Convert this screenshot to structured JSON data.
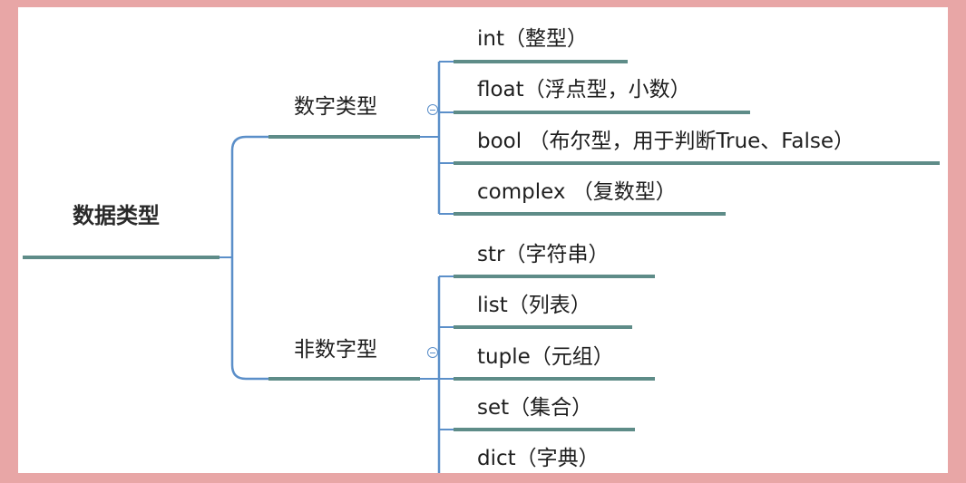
{
  "mindmap": {
    "root": {
      "label": "数据类型"
    },
    "branches": [
      {
        "label": "数字类型",
        "children": [
          "int（整型）",
          "float（浮点型，小数）",
          "bool （布尔型，用于判断True、False）",
          "complex （复数型）"
        ]
      },
      {
        "label": "非数字型",
        "children": [
          "str（字符串）",
          "list（列表）",
          "tuple（元组）",
          "set（集合）",
          "dict（字典）"
        ]
      }
    ]
  },
  "colors": {
    "page_border": "#e8a6a6",
    "background": "#ffffff",
    "connector": "#5b8fc9",
    "underline": "#5e8c88",
    "text": "#1e1e1e"
  }
}
